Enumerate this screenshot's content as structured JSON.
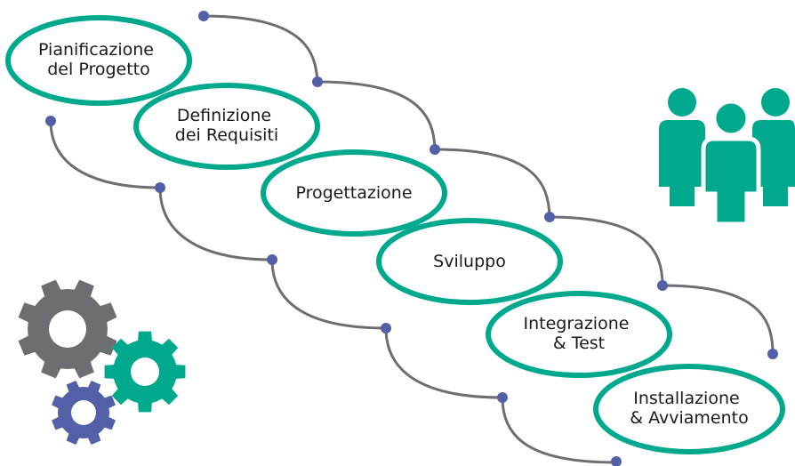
{
  "diagram": {
    "phases": [
      {
        "lines": [
          "Pianificazione",
          "del Progetto"
        ]
      },
      {
        "lines": [
          "Definizione",
          "dei Requisiti"
        ]
      },
      {
        "lines": [
          "Progettazione"
        ]
      },
      {
        "lines": [
          "Sviluppo"
        ]
      },
      {
        "lines": [
          "Integrazione",
          "& Test"
        ]
      },
      {
        "lines": [
          "Installazione",
          "& Avviamento"
        ]
      }
    ],
    "colors": {
      "accent": "#00a88e",
      "connector": "#6d6e71",
      "node": "#5360a8",
      "gear_large": "#6d6e71",
      "gear_medium": "#00a88e",
      "gear_small": "#5360a8"
    },
    "icons": [
      "people-icon",
      "gear-large-icon",
      "gear-medium-icon",
      "gear-small-icon"
    ]
  }
}
